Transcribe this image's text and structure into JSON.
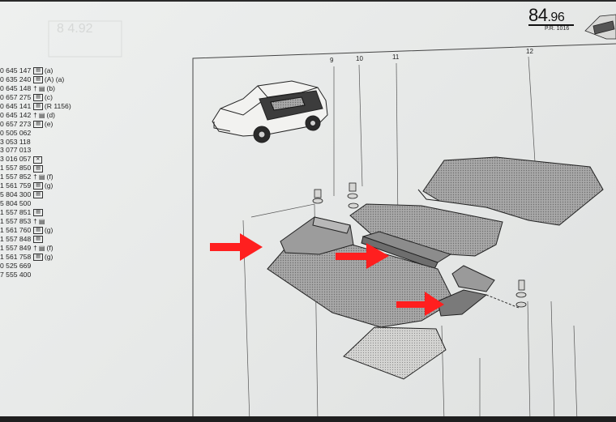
{
  "page": {
    "number_main": "84",
    "number_sub": ".96",
    "ref": "P.R. 1016"
  },
  "callouts": [
    "9",
    "10",
    "11",
    "12"
  ],
  "parts": [
    {
      "code": "0 645 147",
      "sym": "box",
      "note": "(a)"
    },
    {
      "code": "0 635 240",
      "sym": "box",
      "note": "(A) (a)"
    },
    {
      "code": "0 645 148",
      "sym": "cross-box",
      "note": "(b)"
    },
    {
      "code": "0 657 275",
      "sym": "box",
      "note": "(c)"
    },
    {
      "code": "0 645 141",
      "sym": "box",
      "note": "(R 1156)"
    },
    {
      "code": "0 645 142",
      "sym": "cross-box",
      "note": "(d)"
    },
    {
      "code": "0 657 273",
      "sym": "box",
      "note": "(e)"
    },
    {
      "code": "0 505 062",
      "sym": "",
      "note": ""
    },
    {
      "code": "3 053 118",
      "sym": "",
      "note": ""
    },
    {
      "code": "3 077 013",
      "sym": "",
      "note": ""
    },
    {
      "code": "3 016 057",
      "sym": "x-box",
      "note": ""
    },
    {
      "code": "1 557 850",
      "sym": "box",
      "note": ""
    },
    {
      "code": "1 557 852",
      "sym": "cross-box",
      "note": "(f)"
    },
    {
      "code": "1 561 759",
      "sym": "box",
      "note": "(g)"
    },
    {
      "code": "5 804 300",
      "sym": "box",
      "note": ""
    },
    {
      "code": "5 804 500",
      "sym": "",
      "note": ""
    },
    {
      "code": "1 557 851",
      "sym": "box",
      "note": ""
    },
    {
      "code": "1 557 853",
      "sym": "cross-box",
      "note": ""
    },
    {
      "code": "1 561 760",
      "sym": "box",
      "note": "(g)"
    },
    {
      "code": "1 557 848",
      "sym": "box",
      "note": ""
    },
    {
      "code": "1 557 849",
      "sym": "cross-box",
      "note": "(f)"
    },
    {
      "code": "1 561 758",
      "sym": "box",
      "note": "(g)"
    },
    {
      "code": "0 525 669",
      "sym": "",
      "note": ""
    },
    {
      "code": "7 555 400",
      "sym": "",
      "note": ""
    }
  ],
  "colors": {
    "paper": "#e9ebea",
    "ink": "#222222",
    "arrow": "#ff1f1f",
    "mat": "#9a9a9a"
  },
  "icons": [
    "car-illustration",
    "floor-mat",
    "red-arrow-icon"
  ]
}
